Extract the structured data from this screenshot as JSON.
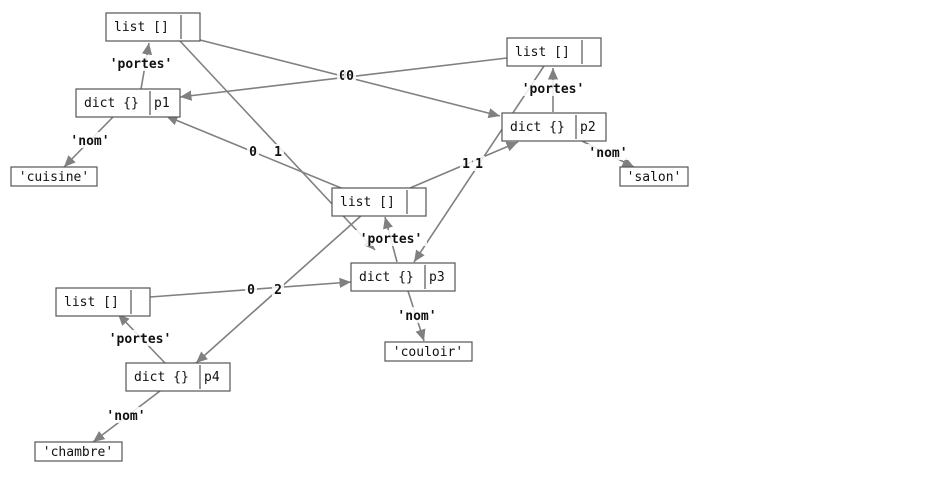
{
  "nodes": {
    "list_p1": {
      "type_label": "list []",
      "name": ""
    },
    "list_p2": {
      "type_label": "list []",
      "name": ""
    },
    "list_p3": {
      "type_label": "list []",
      "name": ""
    },
    "list_p4": {
      "type_label": "list []",
      "name": ""
    },
    "dict_p1": {
      "type_label": "dict {}",
      "name": "p1"
    },
    "dict_p2": {
      "type_label": "dict {}",
      "name": "p2"
    },
    "dict_p3": {
      "type_label": "dict {}",
      "name": "p3"
    },
    "dict_p4": {
      "type_label": "dict {}",
      "name": "p4"
    }
  },
  "leaves": {
    "cuisine": "'cuisine'",
    "salon": "'salon'",
    "couloir": "'couloir'",
    "chambre": "'chambre'"
  },
  "edge_labels": {
    "portes": "'portes'",
    "nom": "'nom'",
    "i0": "0",
    "i1": "1",
    "i2": "2"
  }
}
